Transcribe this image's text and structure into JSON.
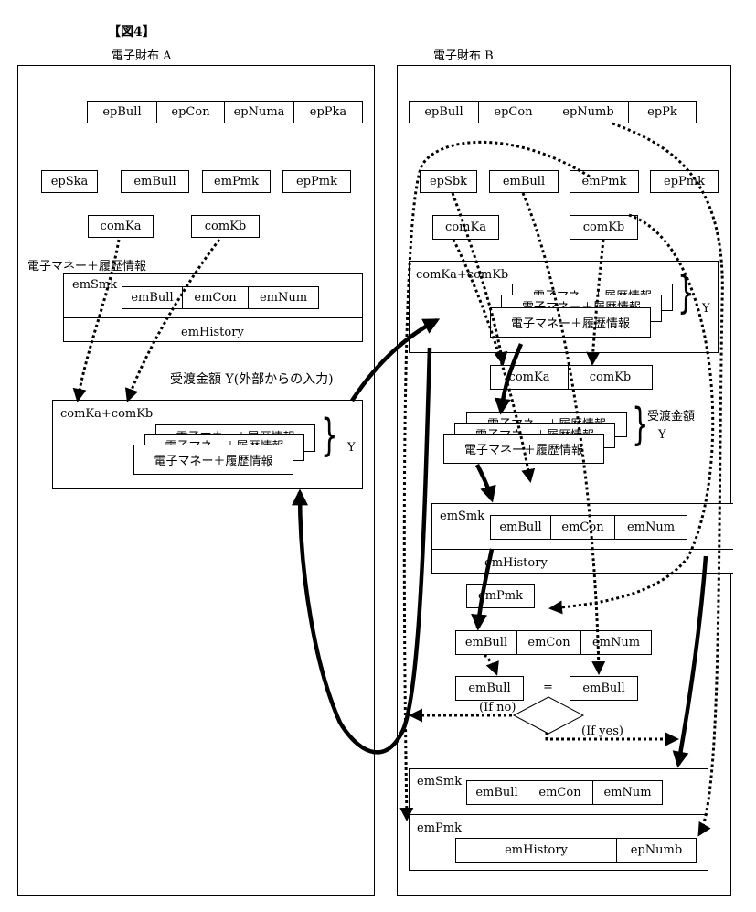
{
  "figure_label": "【図4】",
  "wallet_a": {
    "title": "電子財布 A",
    "ep_row": [
      "epBull",
      "epCon",
      "epNuma",
      "epPka"
    ],
    "mid_row": [
      "epSka",
      "emBull",
      "emPmk",
      "epPmk"
    ],
    "com": [
      "comKa",
      "comKb"
    ],
    "emoney_label": "電子マネー＋履歴情報",
    "emsmk_label": "emSmk",
    "emsmk_inner": [
      "emBull",
      "emCon",
      "emNum"
    ],
    "emhistory": "emHistory",
    "transfer_amount": "受渡金額 Y(外部からの入力)",
    "combo_label": "comKa+comKb",
    "stack_text": "電子マネー＋履歴情報",
    "y_label": "Y"
  },
  "wallet_b": {
    "title": "電子財布 B",
    "ep_row": [
      "epBull",
      "epCon",
      "epNumb",
      "epPk"
    ],
    "mid_row": [
      "epSbk",
      "emBull",
      "emPmk",
      "epPmk"
    ],
    "com": [
      "comKa",
      "comKb"
    ],
    "combo_label": "comKa+comKb",
    "stack_text": "電子マネー＋履歴情報",
    "y_label": "Y",
    "com_pair": [
      "comKa",
      "comKb"
    ],
    "transfer_amount": "受渡金額",
    "transfer_y": "Y",
    "emsmk_label": "emSmk",
    "emsmk_inner": [
      "emBull",
      "emCon",
      "emNum"
    ],
    "emhistory": "emHistory",
    "empmk": "emPmk",
    "triple": [
      "emBull",
      "emCon",
      "emNum"
    ],
    "compare_left": "emBull",
    "equals": "=",
    "compare_right": "emBull",
    "if_no": "(If no)",
    "if_yes": "(If yes)",
    "final_emsmk_label": "emSmk",
    "final_emsmk_inner": [
      "emBull",
      "emCon",
      "emNum"
    ],
    "final_empmk_label": "emPmk",
    "final_row": [
      "emHistory",
      "epNumb"
    ]
  }
}
